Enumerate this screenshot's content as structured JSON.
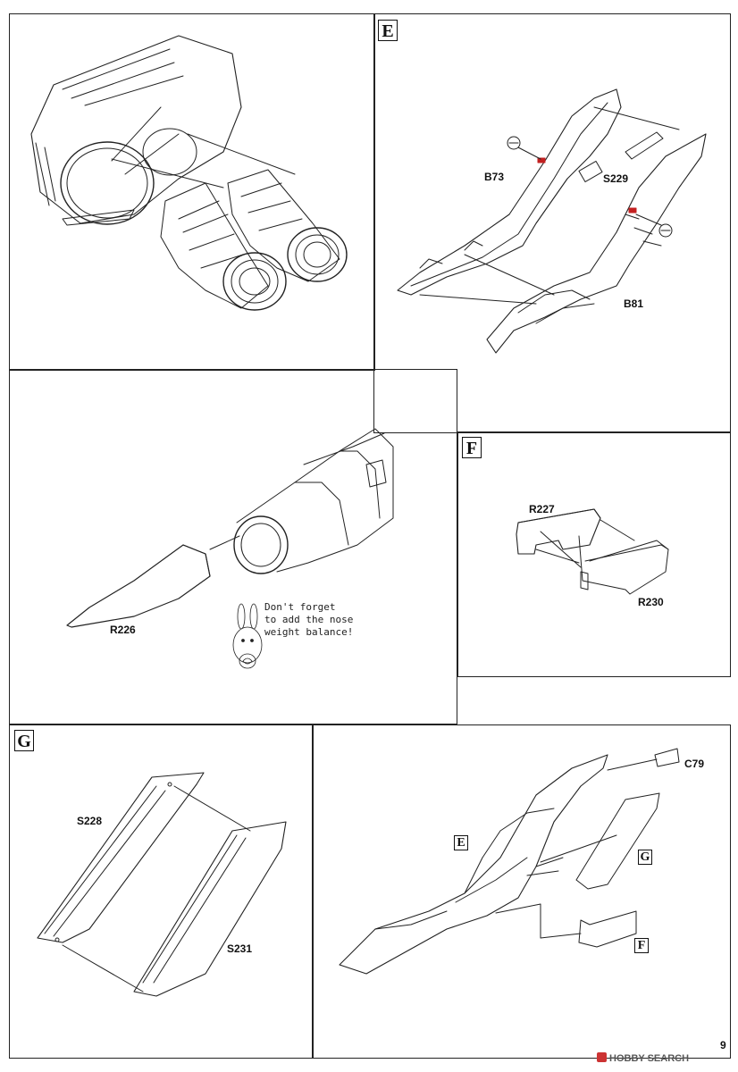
{
  "steps": {
    "E": "E",
    "F": "F",
    "G": "G",
    "ref_E": "E",
    "ref_G": "G",
    "ref_F": "F"
  },
  "parts": {
    "b73": "B73",
    "s229": "S229",
    "b81": "B81",
    "r226": "R226",
    "r227": "R227",
    "r230": "R230",
    "s228": "S228",
    "s231": "S231",
    "c79": "C79"
  },
  "note": {
    "line1": "Don't forget",
    "line2": "to add the nose",
    "line3": "weight balance!"
  },
  "page_number": "9",
  "watermark": "HOBBY SEARCH"
}
